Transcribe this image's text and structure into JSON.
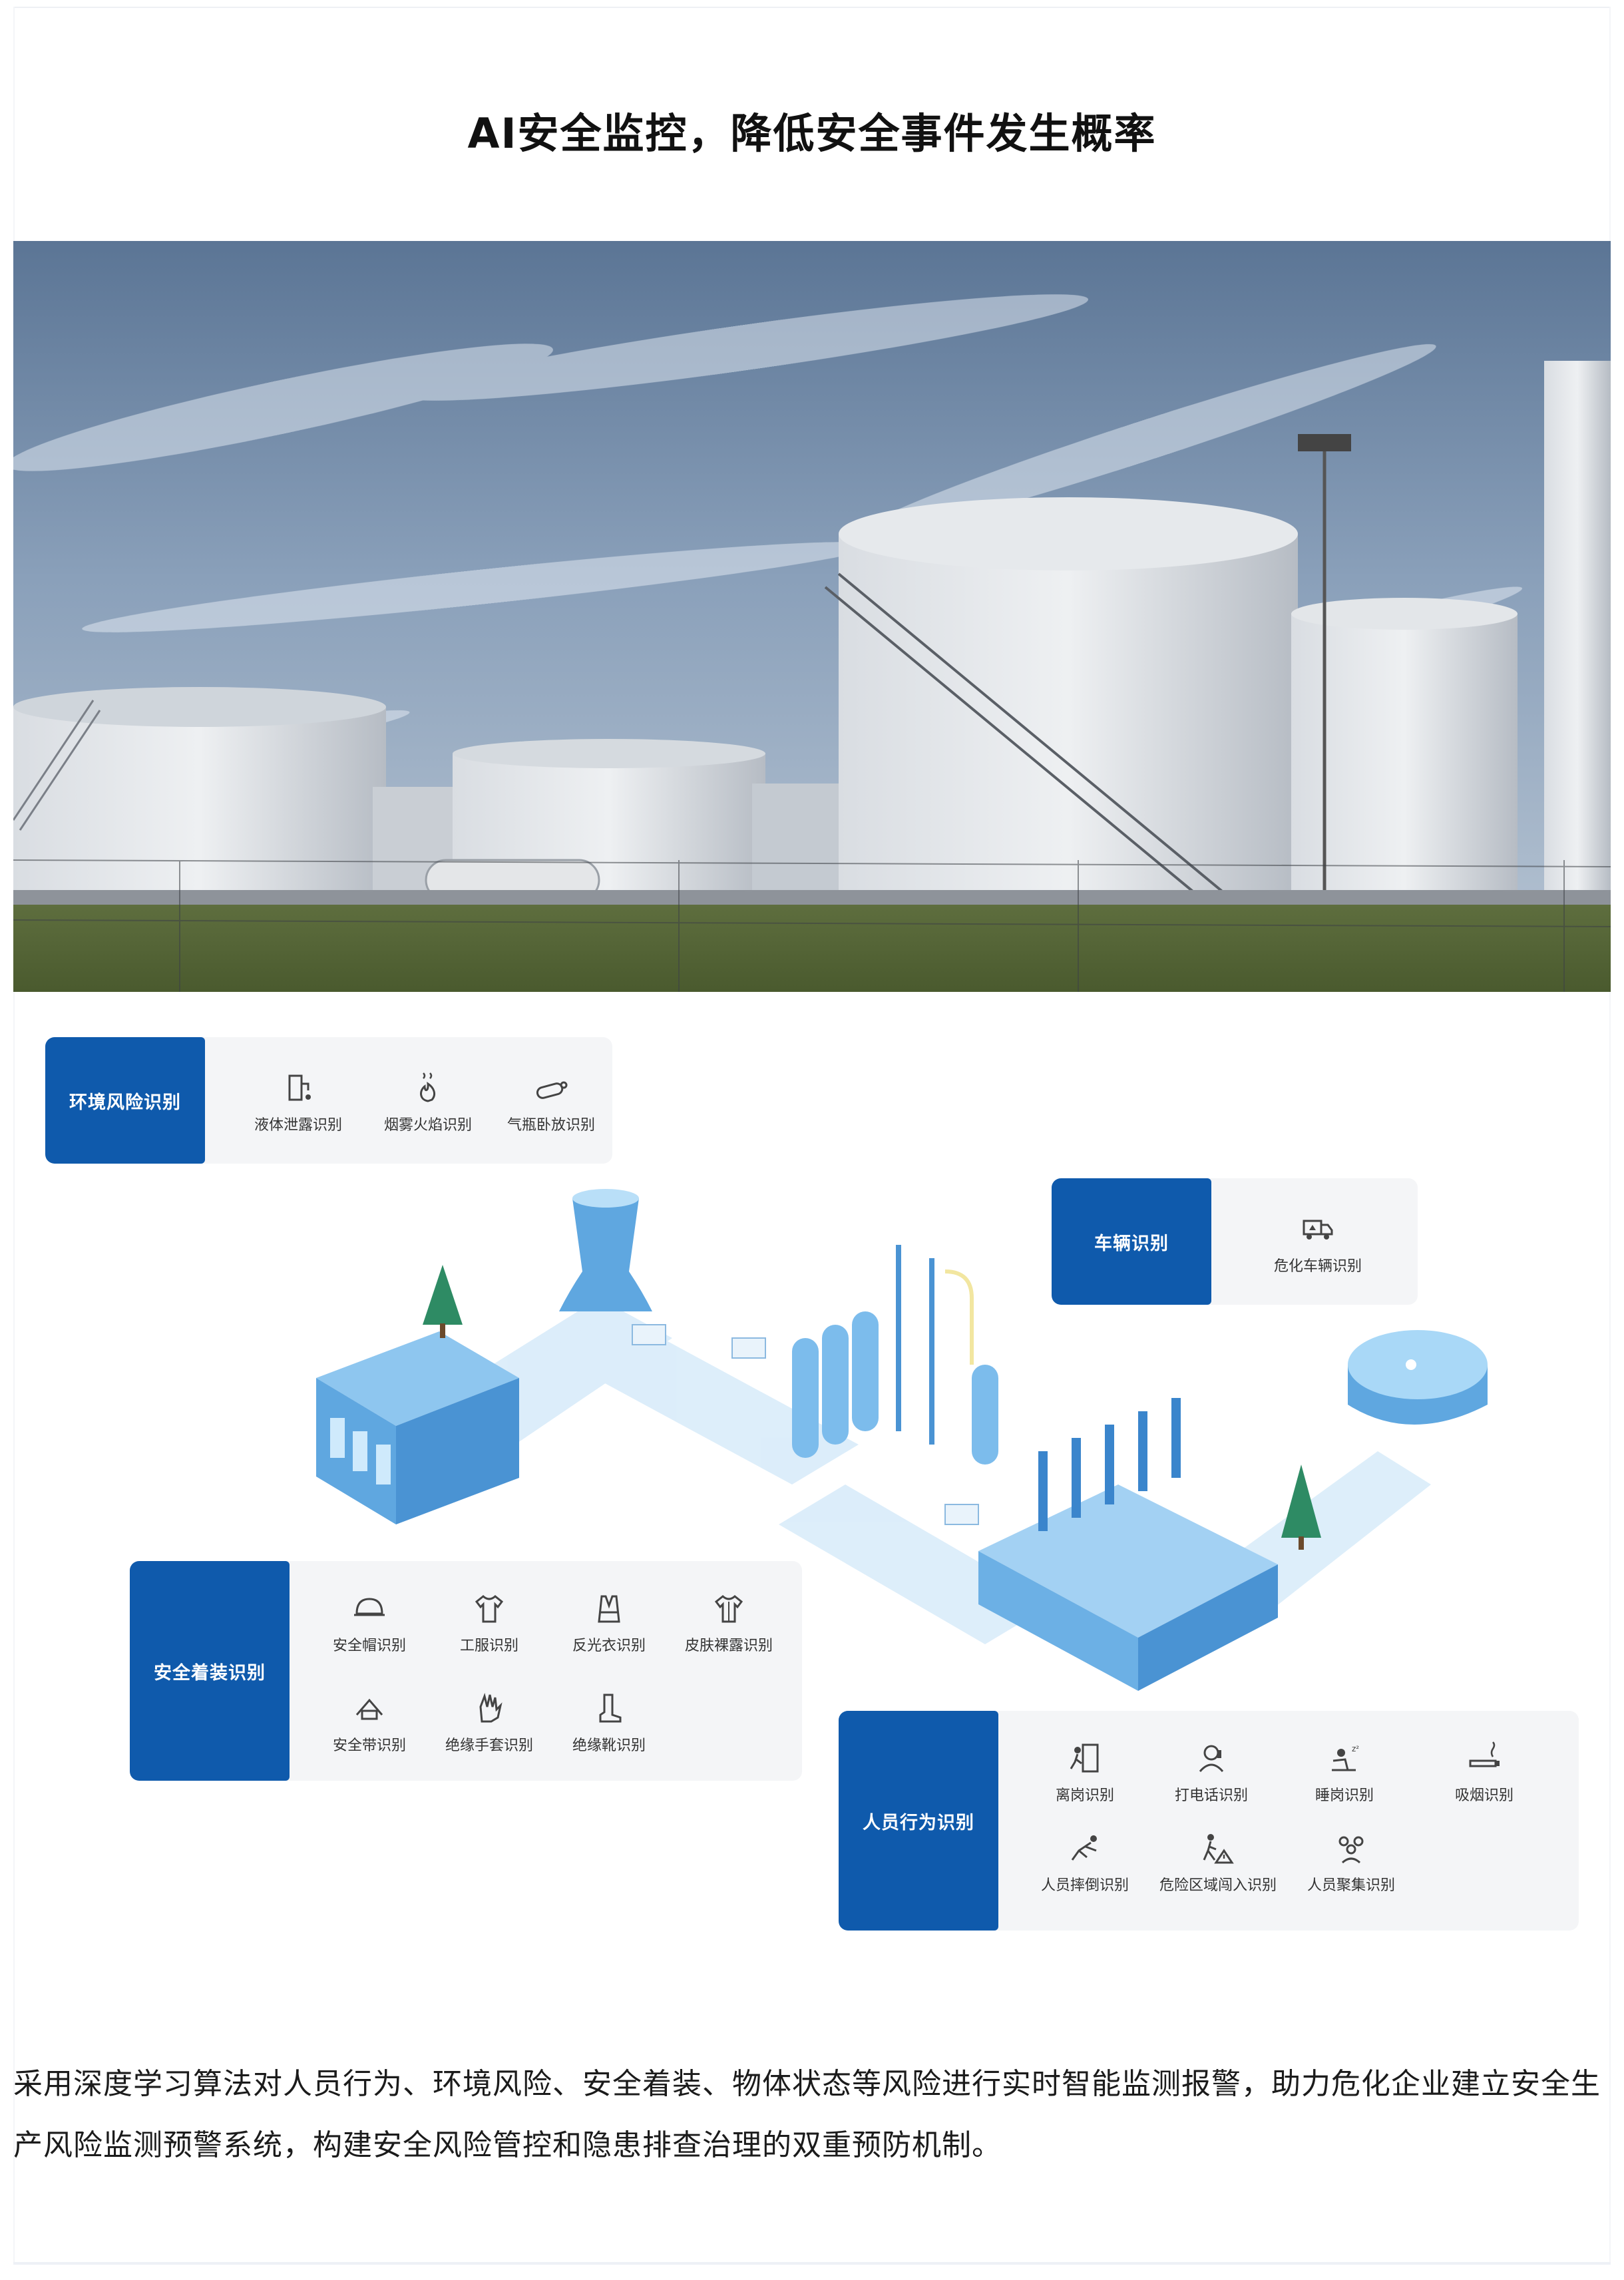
{
  "title": "AI安全监控，降低安全事件发生概率",
  "colors": {
    "accent": "#0f5aac",
    "card_bg": "#f4f5f7",
    "diagram_blue": "#6fb3e8"
  },
  "cards": {
    "environment": {
      "label": "环境风险识别",
      "items": [
        {
          "label": "液体泄露识别",
          "icon": "liquid-leak-icon"
        },
        {
          "label": "烟雾火焰识别",
          "icon": "smoke-fire-icon"
        },
        {
          "label": "气瓶卧放识别",
          "icon": "gas-cylinder-icon"
        }
      ]
    },
    "vehicle": {
      "label": "车辆识别",
      "items": [
        {
          "label": "危化车辆识别",
          "icon": "hazmat-truck-icon"
        }
      ]
    },
    "safety_wear": {
      "label": "安全着装识别",
      "items": [
        {
          "label": "安全帽识别",
          "icon": "helmet-icon"
        },
        {
          "label": "工服识别",
          "icon": "work-clothes-icon"
        },
        {
          "label": "反光衣识别",
          "icon": "reflective-vest-icon"
        },
        {
          "label": "皮肤裸露识别",
          "icon": "exposed-skin-icon"
        },
        {
          "label": "安全带识别",
          "icon": "safety-belt-icon"
        },
        {
          "label": "绝缘手套识别",
          "icon": "insulating-glove-icon"
        },
        {
          "label": "绝缘靴识别",
          "icon": "insulating-boot-icon"
        }
      ]
    },
    "behavior": {
      "label": "人员行为识别",
      "items": [
        {
          "label": "离岗识别",
          "icon": "leave-post-icon"
        },
        {
          "label": "打电话识别",
          "icon": "phone-call-icon"
        },
        {
          "label": "睡岗识别",
          "icon": "sleep-on-duty-icon"
        },
        {
          "label": "吸烟识别",
          "icon": "smoking-icon"
        },
        {
          "label": "人员摔倒识别",
          "icon": "person-fall-icon"
        },
        {
          "label": "危险区域闯入识别",
          "icon": "danger-zone-icon"
        },
        {
          "label": "人员聚集识别",
          "icon": "crowd-gathering-icon"
        }
      ]
    }
  },
  "description": "采用深度学习算法对人员行为、环境风险、安全着装、物体状态等风险进行实时智能监测报警，助力危化企业建立安全生产风险监测预警系统，构建安全风险管控和隐患排查治理的双重预防机制。"
}
